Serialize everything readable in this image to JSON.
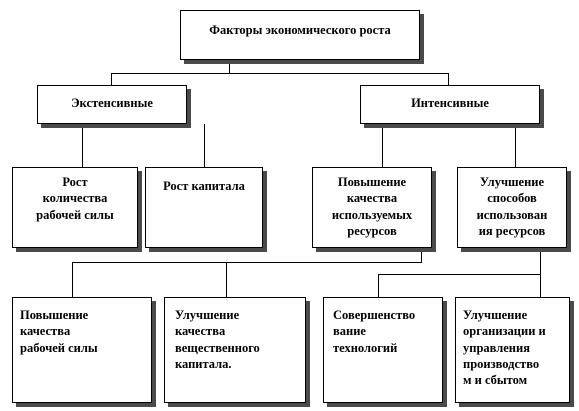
{
  "root": {
    "label": "Факторы экономического роста"
  },
  "level1": {
    "extensive": {
      "label": "Экстенсивные"
    },
    "intensive": {
      "label": "Интенсивные"
    }
  },
  "level2": {
    "labor_quantity": {
      "lines": [
        "Рост",
        "количества",
        "рабочей силы"
      ]
    },
    "capital_growth": {
      "lines": [
        "Рост капитала"
      ]
    },
    "resource_quality": {
      "lines": [
        "Повышение",
        "качества",
        "используемых",
        "ресурсов"
      ]
    },
    "resource_use": {
      "lines": [
        "Улучшение",
        "способов",
        "использован",
        "ия ресурсов"
      ]
    }
  },
  "level3": {
    "labor_quality": {
      "lines": [
        "Повышение",
        "качества",
        "рабочей силы"
      ]
    },
    "capital_quality": {
      "lines": [
        "Улучшение",
        "качества",
        "вещественного",
        "капитала."
      ]
    },
    "technology": {
      "lines": [
        "Совершенство",
        "вание",
        "технологий"
      ]
    },
    "management": {
      "lines": [
        "Улучшение",
        "организации и",
        "управления",
        "производство",
        "м и сбытом"
      ]
    }
  }
}
